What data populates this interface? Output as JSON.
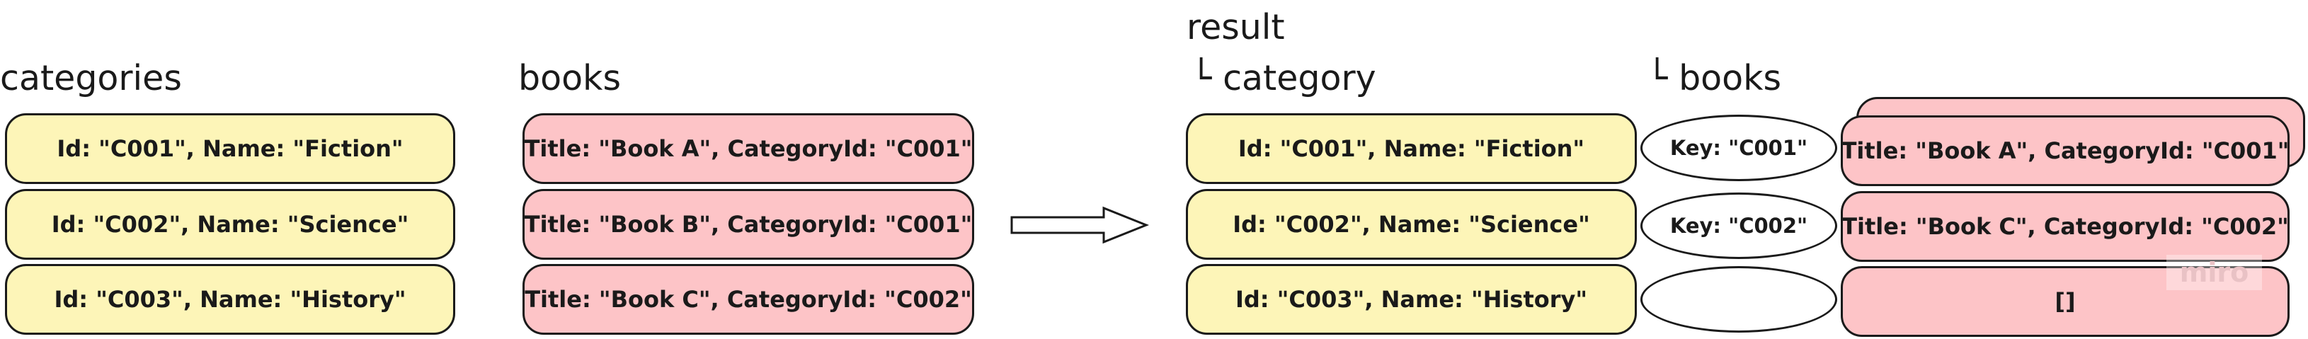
{
  "categories": {
    "title": "categories",
    "rows": [
      "Id: \"C001\", Name: \"Fiction\"",
      "Id: \"C002\", Name: \"Science\"",
      "Id: \"C003\", Name: \"History\""
    ]
  },
  "books": {
    "title": "books",
    "rows": [
      "Title: \"Book A\", CategoryId: \"C001\"",
      "Title: \"Book B\", CategoryId: \"C001\"",
      "Title: \"Book C\", CategoryId: \"C002\""
    ]
  },
  "result": {
    "title": "result",
    "category_label": "└ category",
    "books_label": "└ books",
    "categories": [
      "Id: \"C001\", Name: \"Fiction\"",
      "Id: \"C002\", Name: \"Science\"",
      "Id: \"C003\", Name: \"History\""
    ],
    "keys": [
      "Key: \"C001\"",
      "Key: \"C002\"",
      ""
    ],
    "books": [
      "Title: \"Book A\", CategoryId: \"C001\"",
      "Title: \"Book C\", CategoryId: \"C002\"",
      "[]"
    ]
  },
  "watermark": "miro",
  "colors": {
    "category_fill": "#fdf5b8",
    "book_fill": "#fdc4c7",
    "stroke": "#1a1a1a"
  }
}
